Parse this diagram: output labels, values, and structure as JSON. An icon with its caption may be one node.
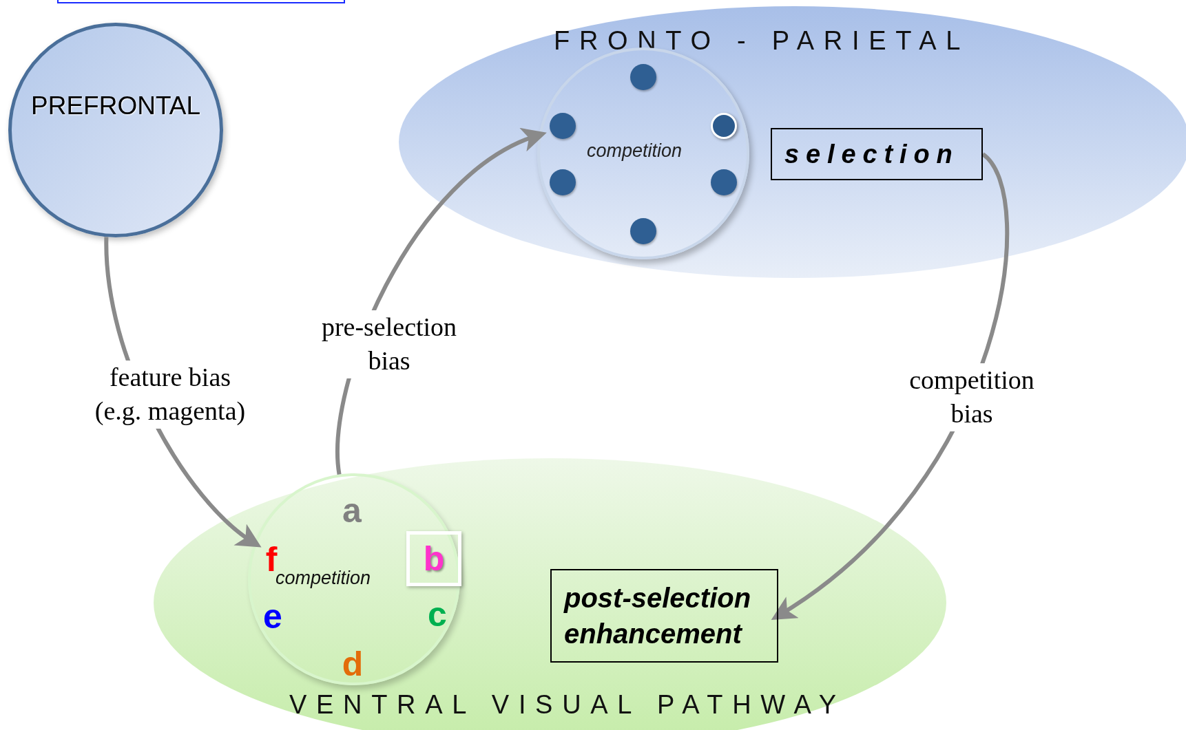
{
  "diagram": {
    "nodes": [
      {
        "text": [
          "PREFRONTAL"
        ]
      },
      {
        "text": [
          "FRONTO - PARIETAL"
        ]
      },
      {
        "text": [
          "competition"
        ],
        "in": 1
      },
      {
        "text": [
          "selection"
        ],
        "in": 1
      },
      {
        "text": [
          "VENTRAL VISUAL PATHWAY"
        ]
      },
      {
        "text": [
          "competition"
        ],
        "in": 4
      },
      {
        "text": [
          "a"
        ],
        "in": 5
      },
      {
        "text": [
          "f"
        ],
        "in": 5
      },
      {
        "text": [
          "b"
        ],
        "in": 5
      },
      {
        "text": [
          "e"
        ],
        "in": 5
      },
      {
        "text": [
          "c"
        ],
        "in": 5
      },
      {
        "text": [
          "d"
        ],
        "in": 5
      },
      {
        "text": [
          "post-selection enhancement"
        ],
        "in": 4
      }
    ],
    "edges": [
      {
        "from": 0,
        "to": 5,
        "arrow": "to",
        "label": "feature bias (e.g. magenta)"
      },
      {
        "from": 5,
        "to": 2,
        "arrow": "to",
        "label": "pre-selection bias"
      },
      {
        "from": 3,
        "to": 12,
        "arrow": "to",
        "label": "competition bias"
      }
    ]
  }
}
